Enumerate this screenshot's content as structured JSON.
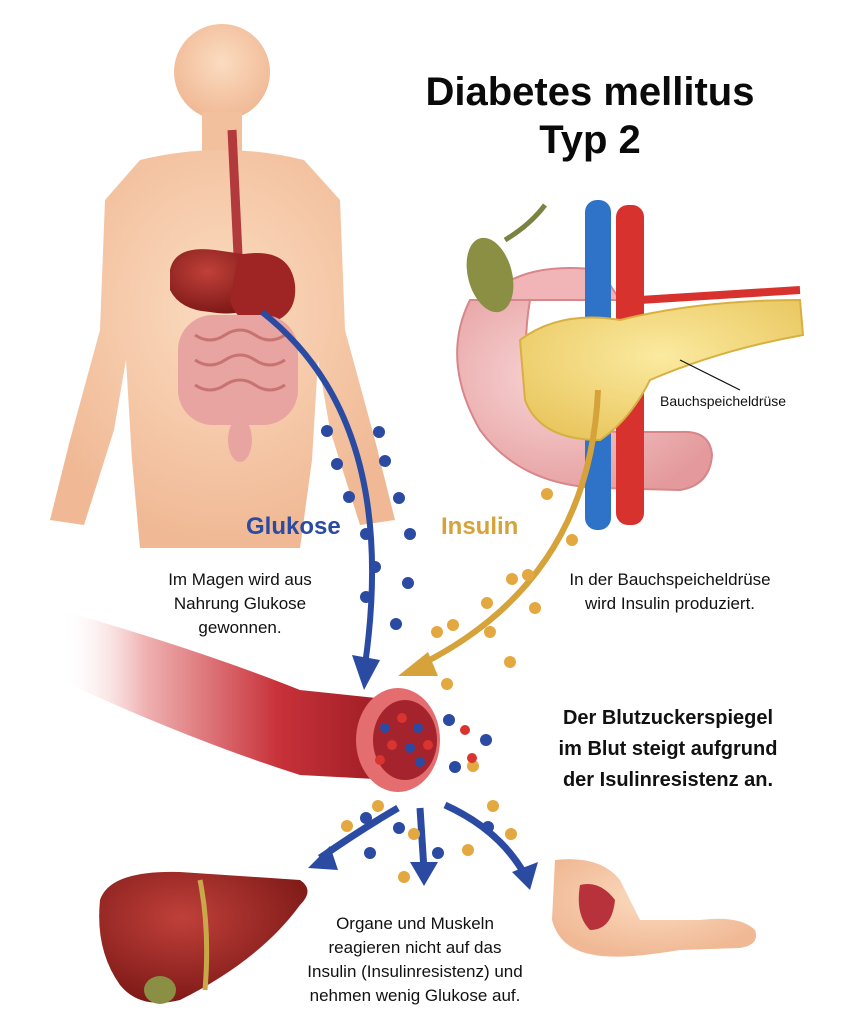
{
  "title": {
    "line1": "Diabetes mellitus",
    "line2": "Typ 2"
  },
  "labels": {
    "glukose": "Glukose",
    "insulin": "Insulin",
    "bauchspeicheldruese": "Bauchspeicheldrüse"
  },
  "captions": {
    "magen": [
      "Im Magen wird aus",
      "Nahrung Glukose",
      "gewonnen."
    ],
    "bauch": [
      "In der Bauchspeicheldrüse",
      "wird Insulin produziert."
    ],
    "blut": [
      "Der Blutzuckerspiegel",
      "im Blut steigt aufgrund",
      "der Isulinresistenz an."
    ],
    "organe": [
      "Organe und Muskeln",
      "reagieren nicht auf das",
      "Insulin (Insulinresistenz) und",
      "nehmen wenig Glukose auf."
    ]
  },
  "colors": {
    "glukose": "#2b4ba3",
    "insulin": "#d6a23a",
    "blood": "#c0262c",
    "skin": "#f6cba8",
    "liver": "#8c1f1c"
  }
}
